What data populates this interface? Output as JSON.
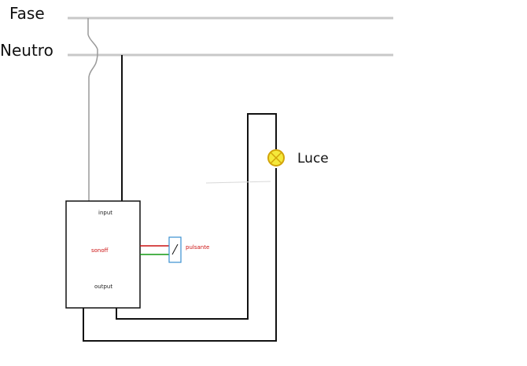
{
  "labels": {
    "fase": "Fase",
    "neutro": "Neutro",
    "luce": "Luce",
    "input": "input",
    "sonoff": "sonoff",
    "output": "output",
    "pulsante": "pulsante"
  },
  "colors": {
    "bus_line": "#c8c8c8",
    "wire": "#111111",
    "wire_gray": "#9a9a9a",
    "signal_red": "#cc1111",
    "signal_green": "#119911",
    "switch_box": "#3a8fd0",
    "lamp_fill": "#f5e93a",
    "lamp_stroke": "#d2a40a"
  }
}
